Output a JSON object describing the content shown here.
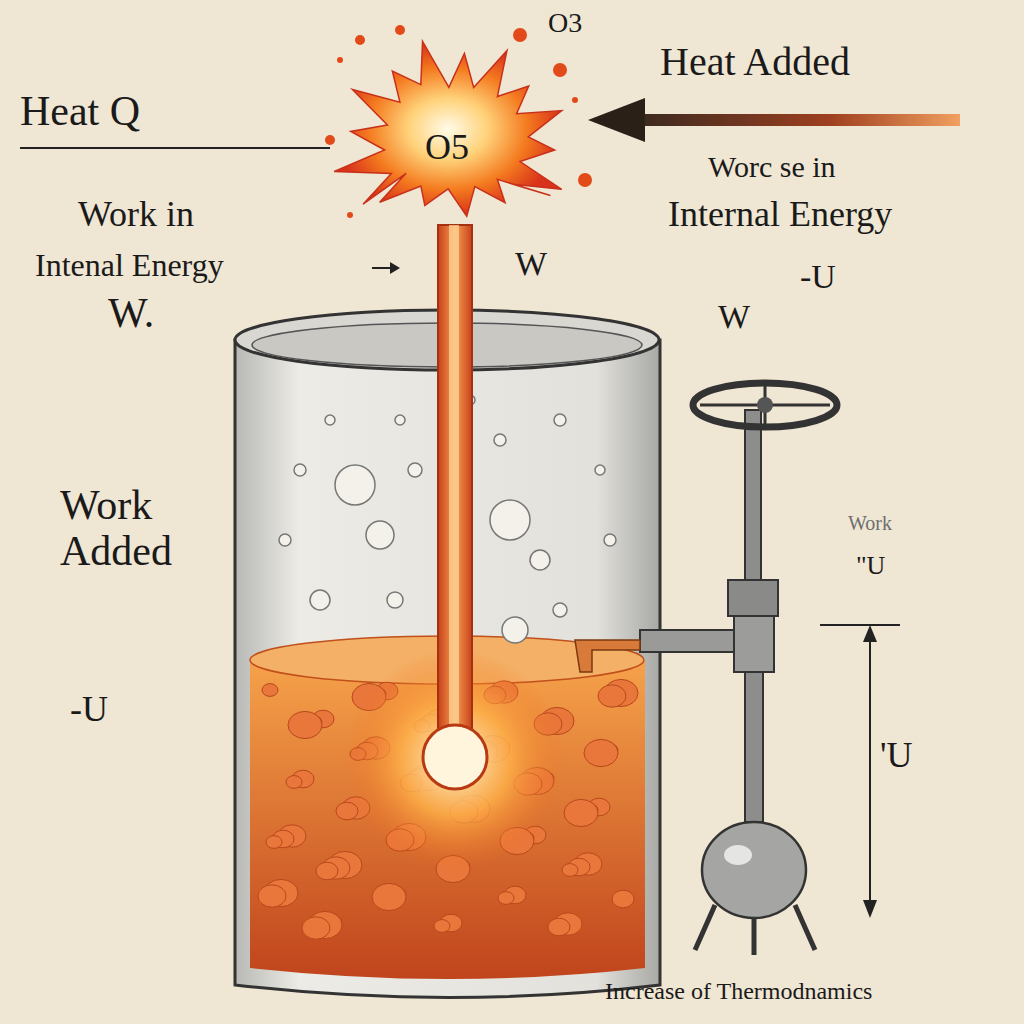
{
  "diagram": {
    "caption": "Increase of Thermodnamics",
    "labels": [
      "Heat Q",
      "O3",
      "Heat Added",
      "O5",
      "Worc se in",
      "Internal Energy",
      "Work in",
      "Intenal Energy",
      "W.",
      "W",
      "-U",
      "W",
      "Work Added",
      "-U",
      "Work",
      "\"U",
      "'U"
    ]
  }
}
